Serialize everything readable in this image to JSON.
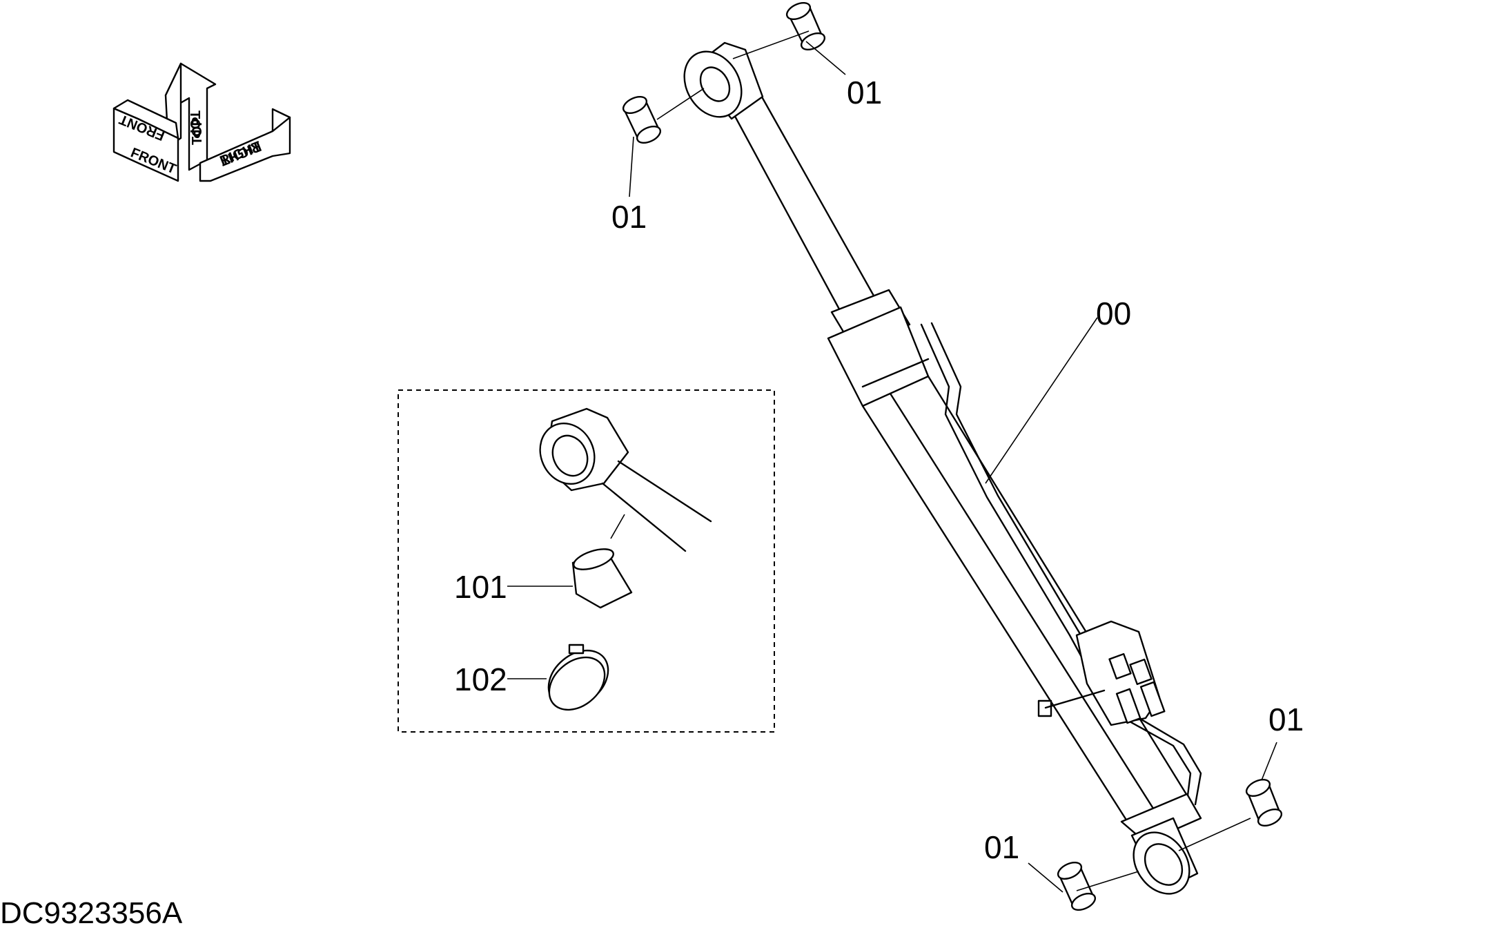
{
  "orientation": {
    "front_label": "FRONT",
    "top_label": "TOP",
    "right_label": "RIGHT"
  },
  "callouts": {
    "c00": "00",
    "c01_top_right": "01",
    "c01_top_left": "01",
    "c01_bottom_right": "01",
    "c01_bottom_left": "01",
    "c101": "101",
    "c102": "102"
  },
  "drawing_code": "DC9323356A",
  "icons": [
    "orientation-arrows-icon"
  ]
}
